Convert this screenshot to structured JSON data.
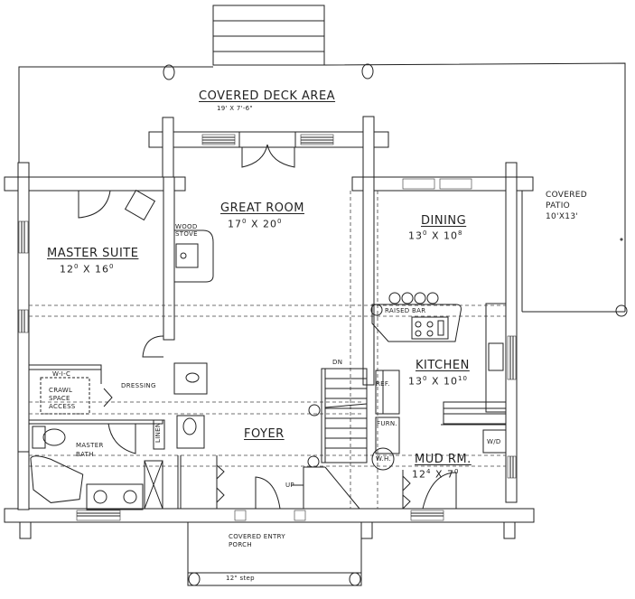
{
  "plan": {
    "type": "floor-plan",
    "stroke_color": "#222222",
    "background": "#ffffff"
  },
  "rooms": {
    "covered_deck": {
      "name": "COVERED DECK AREA",
      "dims": "19' X 7'-6\""
    },
    "covered_patio": {
      "line1": "COVERED",
      "line2": "PATIO",
      "dims": "10'X13'"
    },
    "great_room": {
      "name": "GREAT ROOM",
      "w": "17",
      "w_sup": "0",
      "x": "X",
      "h": "20",
      "h_sup": "0"
    },
    "master_suite": {
      "name": "MASTER SUITE",
      "w": "12",
      "w_sup": "0",
      "x": "X",
      "h": "16",
      "h_sup": "0"
    },
    "dining": {
      "name": "DINING",
      "w": "13",
      "w_sup": "0",
      "x": "X",
      "h": "10",
      "h_sup": "8"
    },
    "kitchen": {
      "name": "KITCHEN",
      "w": "13",
      "w_sup": "0",
      "x": "X",
      "h": "10",
      "h_sup": "10"
    },
    "foyer": {
      "name": "FOYER"
    },
    "mud_room": {
      "name": "MUD RM.",
      "w": "12",
      "w_sup": "4",
      "x": "X",
      "h": "7",
      "h_sup": "0"
    },
    "master_bath": {
      "line1": "MASTER",
      "line2": "BATH"
    },
    "covered_entry_porch": {
      "line1": "COVERED ENTRY",
      "line2": "PORCH",
      "step": "12\" step"
    }
  },
  "annotations": {
    "wood_stove_1": "WOOD",
    "wood_stove_2": "STOVE",
    "raised_bar": "RAISED BAR",
    "wic": "W-I-C",
    "crawl_1": "CRAWL",
    "crawl_2": "SPACE",
    "crawl_3": "ACCESS",
    "dressing": "DRESSING",
    "linen": "LINEN",
    "ref": "REF.",
    "furn": "FURN.",
    "wh": "W.H.",
    "wd": "W/D",
    "stair_dn": "DN",
    "stair_up": "UP"
  }
}
